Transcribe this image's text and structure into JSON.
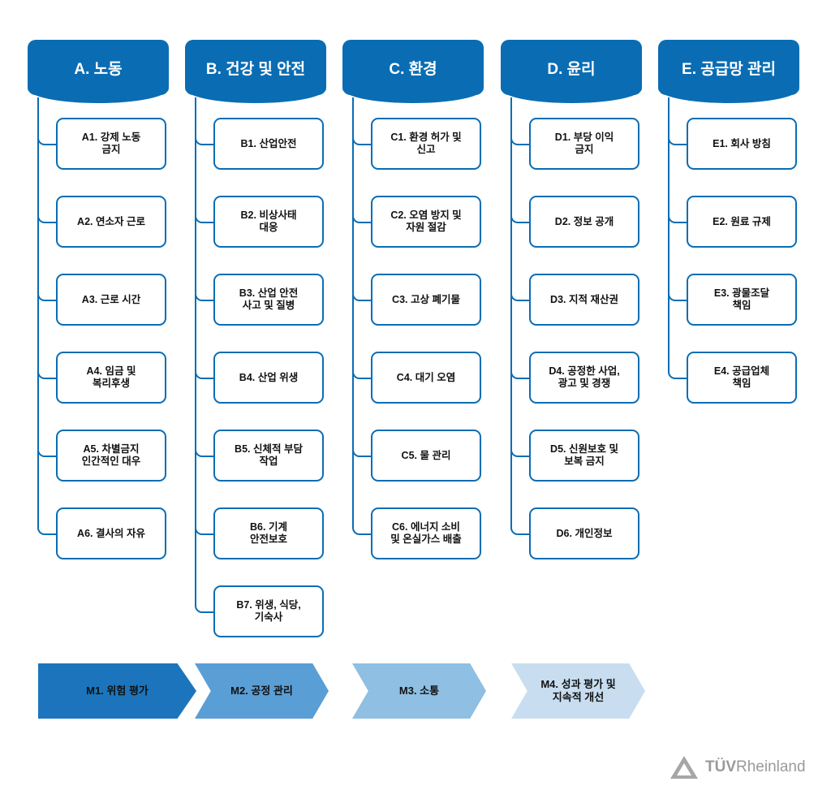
{
  "columns": [
    {
      "title": "A. 노동",
      "items": [
        "A1. 강제 노동\n금지",
        "A2. 연소자 근로",
        "A3. 근로 시간",
        "A4. 임금 및\n복리후생",
        "A5. 차별금지\n인간적인 대우",
        "A6. 결사의 자유"
      ]
    },
    {
      "title": "B. 건강 및 안전",
      "items": [
        "B1. 산업안전",
        "B2. 비상사태\n대응",
        "B3. 산업 안전\n사고 및 질병",
        "B4. 산업 위생",
        "B5. 신체적 부담\n작업",
        "B6. 기계\n안전보호",
        "B7. 위생, 식당,\n기숙사"
      ]
    },
    {
      "title": "C. 환경",
      "items": [
        "C1. 환경 허가 및\n신고",
        "C2. 오염 방지 및\n자원 절감",
        "C3. 고상 폐기물",
        "C4. 대기 오염",
        "C5. 물 관리",
        "C6. 에너지 소비\n및 온실가스 배출"
      ]
    },
    {
      "title": "D. 윤리",
      "items": [
        "D1. 부당 이익\n금지",
        "D2. 정보 공개",
        "D3. 지적 재산권",
        "D4. 공정한 사업,\n광고 및 경쟁",
        "D5. 신원보호 및\n보복 금지",
        "D6. 개인정보"
      ]
    },
    {
      "title": "E. 공급망 관리",
      "items": [
        "E1. 회사 방침",
        "E2. 원료 규제",
        "E3. 광물조달\n책임",
        "E4. 공급업체\n책임"
      ]
    }
  ],
  "process": [
    {
      "label": "M1. 위험 평가",
      "color": "#1c75bc"
    },
    {
      "label": "M2. 공정 관리",
      "color": "#5a9ed6"
    },
    {
      "label": "M3. 소통",
      "color": "#8fbfe3"
    },
    {
      "label": "M4. 성과 평가 및\n지속적 개선",
      "color": "#c8def0"
    }
  ],
  "logo": {
    "bold": "TÜV",
    "rest": "Rheinland",
    "icon": "triangle-logo-icon"
  },
  "colors": {
    "primary": "#0a6db3"
  }
}
